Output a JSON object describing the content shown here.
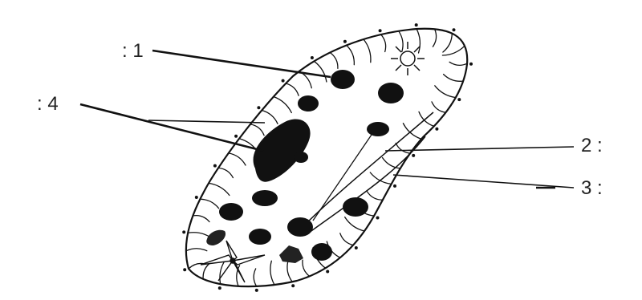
{
  "labels": {
    "label_1": ": 1",
    "label_2": "2 :",
    "label_3": "3 :",
    "label_4": ": 4"
  },
  "colors": {
    "ink": "#111111",
    "background": "#ffffff"
  },
  "icons": {
    "contractile_vacuole_star": "star-icon",
    "contractile_vacuole_sun": "sun-icon"
  }
}
